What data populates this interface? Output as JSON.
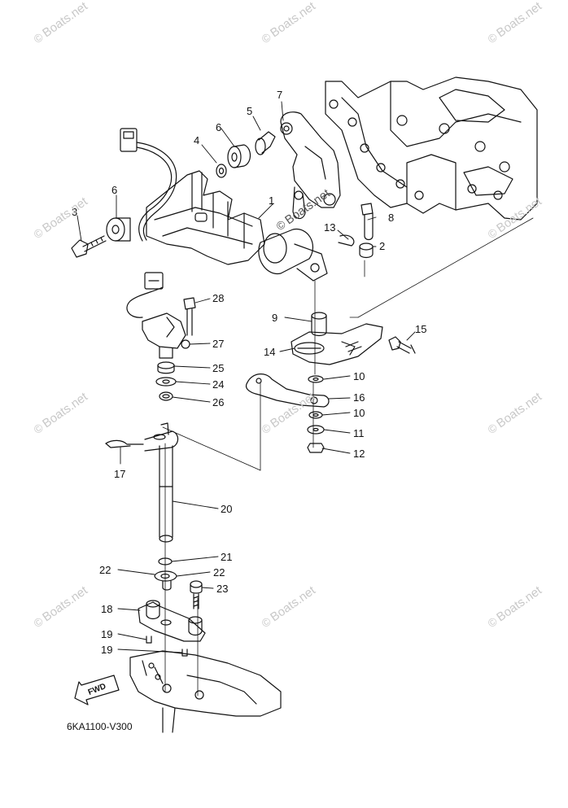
{
  "diagram": {
    "part_code": "6KA1100-V300",
    "direction_label": "FWD",
    "watermark": "Boats.net",
    "watermark_symbol": "©",
    "callouts": [
      "1",
      "2",
      "3",
      "4",
      "5",
      "6",
      "6",
      "7",
      "8",
      "9",
      "10",
      "10",
      "11",
      "12",
      "13",
      "14",
      "15",
      "16",
      "17",
      "18",
      "19",
      "19",
      "20",
      "21",
      "22",
      "22",
      "23",
      "24",
      "25",
      "26",
      "27",
      "28"
    ]
  },
  "colors": {
    "line": "#111111",
    "watermark": "#c8c8c8",
    "background": "#ffffff"
  }
}
